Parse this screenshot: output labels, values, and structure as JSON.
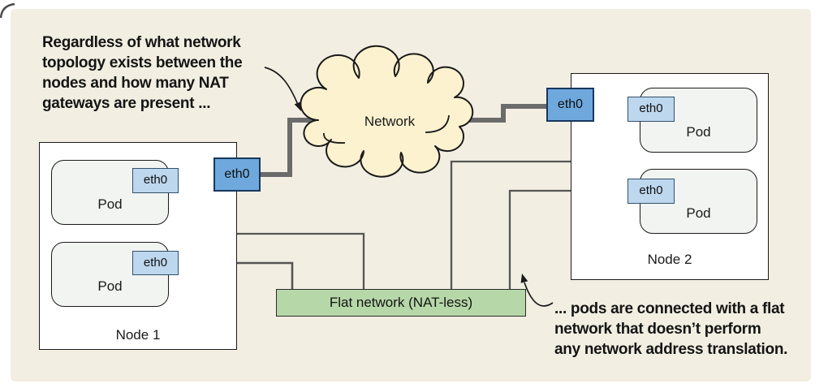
{
  "annotations": {
    "top_left": {
      "lines": [
        "Regardless of what network",
        "topology exists between the",
        "nodes and how many NAT",
        "gateways are present ..."
      ]
    },
    "bottom_right": {
      "lines": [
        "... pods are connected with a flat",
        "network that doesn’t perform",
        "any network address translation."
      ]
    }
  },
  "cloud": {
    "label": "Network"
  },
  "flat_network": {
    "label": "Flat network (NAT-less)"
  },
  "nodes": [
    {
      "label": "Node 1",
      "eth": "eth0",
      "pods": [
        {
          "label": "Pod",
          "eth": "eth0"
        },
        {
          "label": "Pod",
          "eth": "eth0"
        }
      ]
    },
    {
      "label": "Node 2",
      "eth": "eth0",
      "pods": [
        {
          "label": "Pod",
          "eth": "eth0"
        },
        {
          "label": "Pod",
          "eth": "eth0"
        }
      ]
    }
  ],
  "colors": {
    "panel_bg": "#f2efe2",
    "cloud_fill": "#fcf2cf",
    "flat_network_fill": "#b6d7a8",
    "node_eth_fill": "#6fa8dc",
    "pod_eth_fill": "#bdd7ee",
    "pod_fill": "#f2f4f1",
    "thick_link": "#6b6b6b",
    "thin_link": "#565656",
    "outline": "#1a1a1a"
  }
}
